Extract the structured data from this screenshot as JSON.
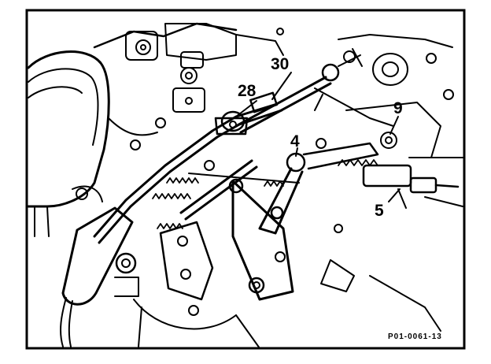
{
  "callouts": {
    "c30": "30",
    "c28": "28",
    "c9": "9",
    "c4": "4",
    "c5": "5"
  },
  "figure_code": "P01-0061-13",
  "colors": {
    "ink": "#000000",
    "paper": "#ffffff"
  }
}
